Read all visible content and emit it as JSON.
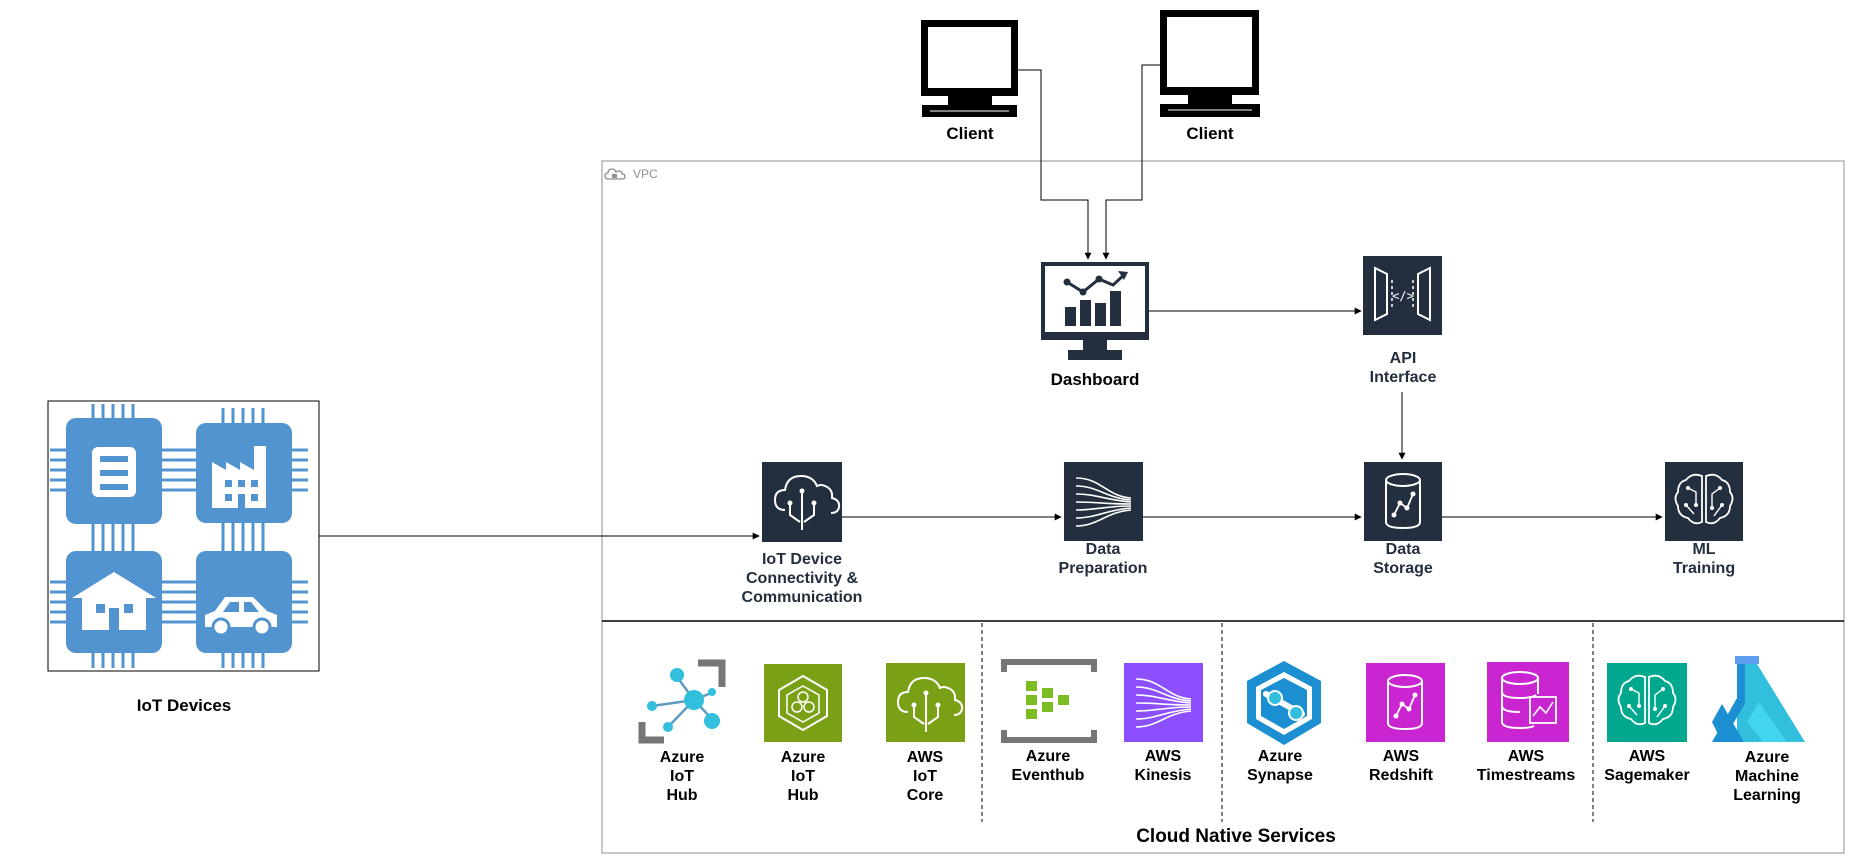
{
  "clients": [
    {
      "label": "Client"
    },
    {
      "label": "Client"
    }
  ],
  "vpc": {
    "label": "VPC"
  },
  "iot_devices": {
    "label": "IoT Devices"
  },
  "pipeline": {
    "dashboard": "Dashboard",
    "api_interface": "API\nInterface",
    "iot_connectivity": "IoT Device\nConnectivity &\nCommunication",
    "data_preparation": "Data\nPreparation",
    "data_storage": "Data\nStorage",
    "ml_training": "ML\nTraining"
  },
  "cloud_native": {
    "title": "Cloud Native Services",
    "services": [
      {
        "label": "Azure\nIoT\nHub",
        "icon": "azure-iot-hub-icon"
      },
      {
        "label": "Azure\nIoT\nHub",
        "icon": "azure-iot-hub-chip-icon"
      },
      {
        "label": "AWS\nIoT\nCore",
        "icon": "aws-iot-core-icon"
      },
      {
        "label": "Azure\nEventhub",
        "icon": "azure-eventhub-icon"
      },
      {
        "label": "AWS\nKinesis",
        "icon": "aws-kinesis-icon"
      },
      {
        "label": "Azure\nSynapse",
        "icon": "azure-synapse-icon"
      },
      {
        "label": "AWS\nRedshift",
        "icon": "aws-redshift-icon"
      },
      {
        "label": "AWS\nTimestreams",
        "icon": "aws-timestream-icon"
      },
      {
        "label": "AWS\nSagemaker",
        "icon": "aws-sagemaker-icon"
      },
      {
        "label": "Azure\nMachine\nLearning",
        "icon": "azure-machine-learning-icon"
      }
    ]
  },
  "colors": {
    "aws_dark": "#232f3e",
    "iot_blue": "#5294cf",
    "azure_blue": "#1b8fd2",
    "aws_green": "#7aa116",
    "aws_purple": "#8c4fff",
    "aws_magenta": "#c925d1",
    "aws_teal": "#01a88d",
    "line": "#000000",
    "vpc_border": "#879196"
  }
}
